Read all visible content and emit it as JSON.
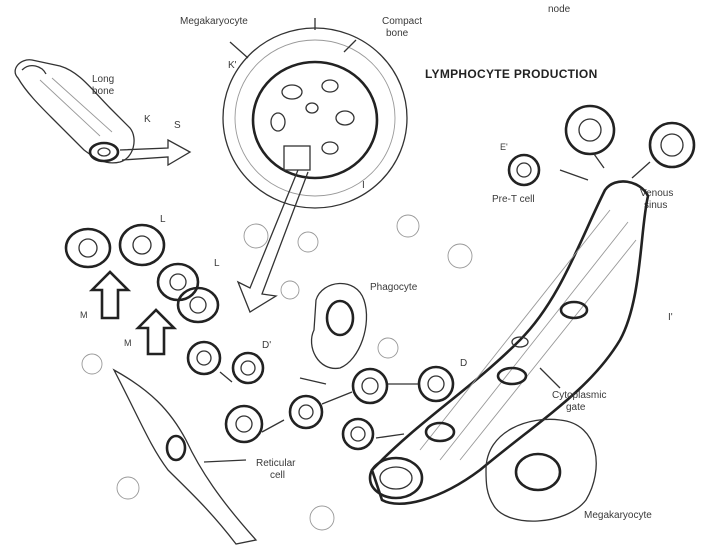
{
  "title": "LYMPHOCYTE PRODUCTION",
  "labels": {
    "node": "node",
    "megakaryocyte_top": "Megakaryocyte",
    "compact_bone_1": "Compact",
    "compact_bone_2": "bone",
    "long_bone_1": "Long",
    "long_bone_2": "bone",
    "marker_k": "K",
    "marker_k2": "K'",
    "marker_s": "S",
    "marker_l1": "L",
    "marker_l2": "L",
    "marker_m1": "M",
    "marker_m2": "M",
    "marker_d1": "D",
    "marker_d2": "D'",
    "marker_i": "I",
    "marker_i2": "I'",
    "marker_e": "E'",
    "pre_t_cell": "Pre-T cell",
    "venous_sinus_1": "Venous",
    "venous_sinus_2": "sinus",
    "phagocyte": "Phagocyte",
    "reticular_cell_1": "Reticular",
    "reticular_cell_2": "cell",
    "cytoplasmic_gate_1": "Cytoplasmic",
    "cytoplasmic_gate_2": "gate",
    "megakaryocyte_bottom": "Megakaryocyte"
  }
}
